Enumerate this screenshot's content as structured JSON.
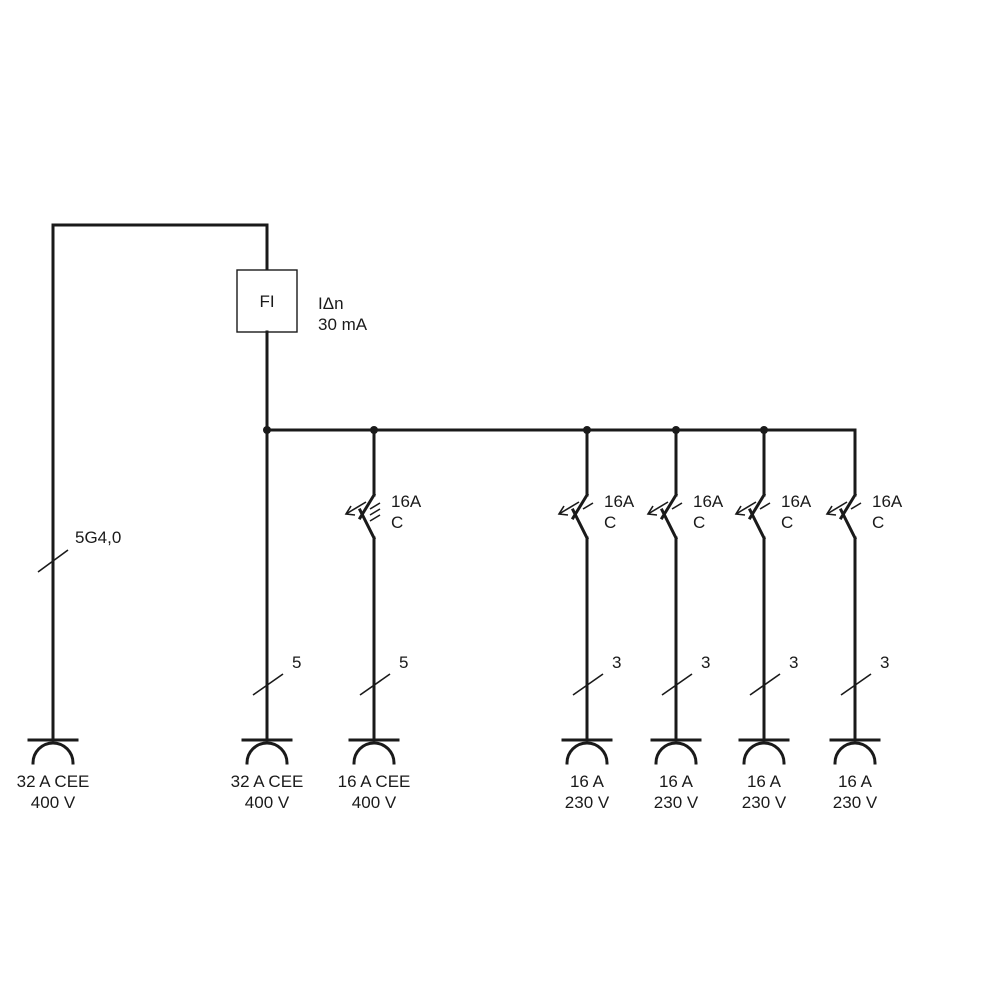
{
  "rcd": {
    "label": "FI",
    "rating_line1": "IΔn",
    "rating_line2": "30 mA"
  },
  "feed": {
    "cable_label": "5G4,0"
  },
  "circuits": [
    {
      "id": "inlet",
      "breaker": null,
      "cable_cores": "",
      "socket_line1": "32 A CEE",
      "socket_line2": "400 V"
    },
    {
      "id": "out-32a",
      "breaker": null,
      "cable_cores": "5",
      "socket_line1": "32 A CEE",
      "socket_line2": "400 V"
    },
    {
      "id": "out-16a-cee",
      "breaker": {
        "line1": "16A",
        "line2": "C",
        "poles": 3
      },
      "cable_cores": "5",
      "socket_line1": "16 A CEE",
      "socket_line2": "400 V"
    },
    {
      "id": "out-16a-1",
      "breaker": {
        "line1": "16A",
        "line2": "C",
        "poles": 1
      },
      "cable_cores": "3",
      "socket_line1": "16 A",
      "socket_line2": "230 V"
    },
    {
      "id": "out-16a-2",
      "breaker": {
        "line1": "16A",
        "line2": "C",
        "poles": 1
      },
      "cable_cores": "3",
      "socket_line1": "16 A",
      "socket_line2": "230 V"
    },
    {
      "id": "out-16a-3",
      "breaker": {
        "line1": "16A",
        "line2": "C",
        "poles": 1
      },
      "cable_cores": "3",
      "socket_line1": "16 A",
      "socket_line2": "230 V"
    },
    {
      "id": "out-16a-4",
      "breaker": {
        "line1": "16A",
        "line2": "C",
        "poles": 1
      },
      "cable_cores": "3",
      "socket_line1": "16 A",
      "socket_line2": "230 V"
    }
  ],
  "colors": {
    "line": "#1a1a1a",
    "background": "#ffffff"
  }
}
